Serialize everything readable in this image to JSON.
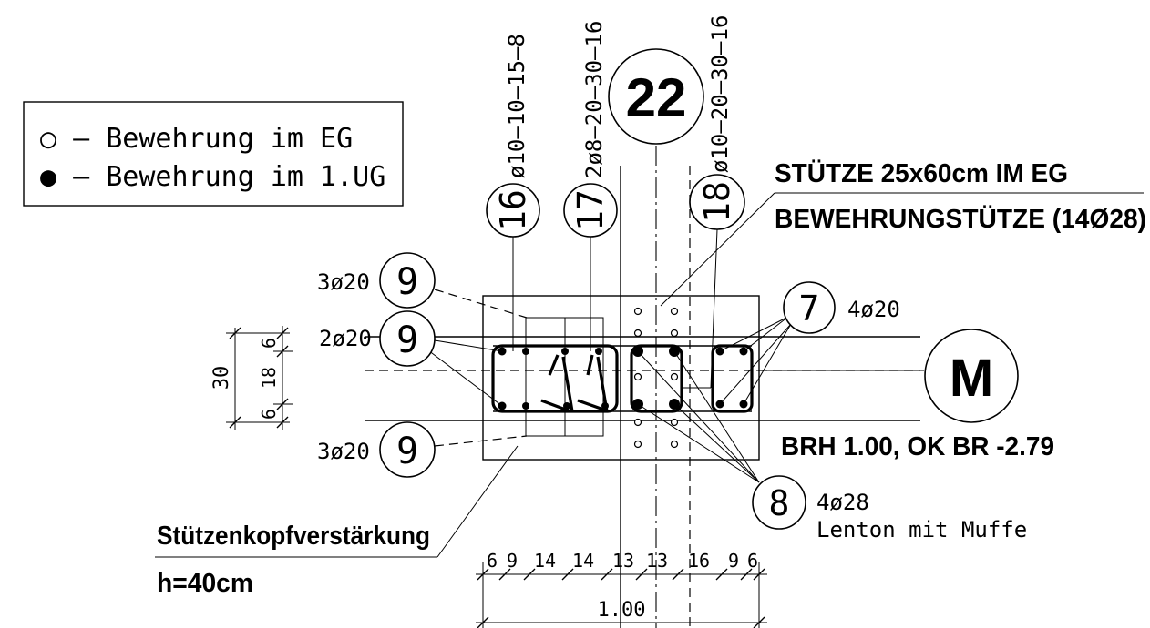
{
  "legend": {
    "item_open": "○ – Bewehrung im EG",
    "item_filled": "● – Bewehrung im 1.UG"
  },
  "top_marks": {
    "mark_16": "16",
    "mark_16_spec": "ø10–10–15–8",
    "mark_17": "17",
    "mark_17_spec": "2ø8–20–30–16",
    "mark_22": "22",
    "mark_18": "18",
    "mark_18_spec": "ø10–20–30–16"
  },
  "column": {
    "title": "STÜTZE 25x60cm IM EG",
    "subtitle": "BEWEHRUNGSTÜTZE (14Ø28)"
  },
  "left_marks": {
    "mark_9": "9",
    "top_qty": "3ø20",
    "mid_qty": "2ø20",
    "bot_qty": "3ø20"
  },
  "right_marks": {
    "mark_7": "7",
    "mark_7_qty": "4ø20",
    "mark_m": "M",
    "brh": "BRH 1.00, OK BR -2.79",
    "mark_8": "8",
    "mark_8_qty": "4ø28",
    "mark_8_note": "Lenton mit Muffe"
  },
  "head": {
    "label": "Stützenkopfverstärkung",
    "height": "h=40cm"
  },
  "dims_vertical": {
    "total": "30",
    "parts": [
      "6",
      "18",
      "6"
    ]
  },
  "dims_horizontal": {
    "parts": [
      "6",
      "9",
      "14",
      "14",
      "13",
      "13",
      "16",
      "9",
      "6"
    ],
    "total": "1.00"
  }
}
